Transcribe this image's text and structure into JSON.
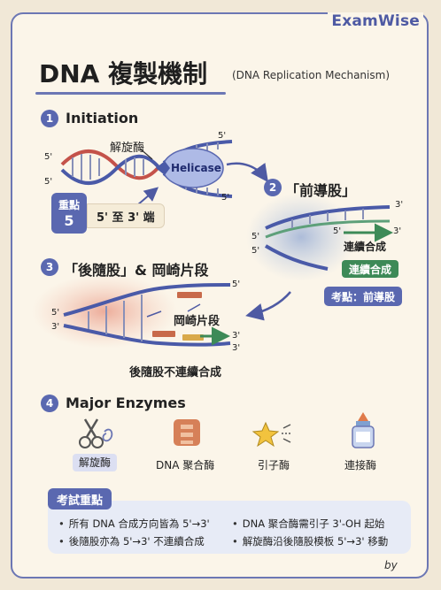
{
  "brand": "ExamWise",
  "title": "DNA 複製機制",
  "subtitle": "(DNA Replication Mechanism)",
  "steps": [
    {
      "num": "1",
      "title": "Initiation"
    },
    {
      "num": "2",
      "title": "「前導股」"
    },
    {
      "num": "3",
      "title": "「後隨股」& 岡崎片段"
    },
    {
      "num": "4",
      "title": "Major Enzymes"
    }
  ],
  "initiation": {
    "helicase_label": "解旋酶",
    "helicase_enzyme": "Helicase",
    "end_labels": [
      "5'",
      "5'",
      "5'",
      "5'"
    ],
    "badge_top": "重點",
    "badge_num": "5",
    "badge_text": "5' 至 3' 端"
  },
  "leading": {
    "end_top": "3'",
    "end_left_top": "5'",
    "end_left_bottom": "5'",
    "arrow_start": "5'",
    "arrow_end": "3'",
    "arrow_label": "連續合成",
    "pill": "連續合成",
    "key_point": "考點：前導股"
  },
  "lagging": {
    "end_right_top": "5'",
    "end_left_top": "5'",
    "end_left_bottom": "3'",
    "end_right_mid": "3'",
    "end_right_bottom": "3'",
    "okazaki_label": "岡崎片段",
    "caption": "後隨股不連續合成"
  },
  "enzymes": [
    {
      "label": "解旋酶",
      "icon": "scissors-icon",
      "highlight": true
    },
    {
      "label": "DNA 聚合酶",
      "icon": "polymerase-icon",
      "highlight": false
    },
    {
      "label": "引子酶",
      "icon": "star-icon",
      "highlight": false
    },
    {
      "label": "連接酶",
      "icon": "glue-icon",
      "highlight": false
    }
  ],
  "exam": {
    "tag": "考試重點",
    "points": [
      "所有 DNA 合成方向皆為 5'→3'",
      "DNA 聚合酶需引子 3'-OH 起始",
      "後隨股亦為 5'→3' 不連續合成",
      "解旋酶沿後隨股模板 5'→3' 移動"
    ]
  },
  "byline": "by",
  "colors": {
    "accent": "#5a68b0",
    "green": "#3d8a57",
    "background": "#f1e8d7",
    "helix_red": "#c4524a",
    "helix_blue": "#4a5aa8"
  }
}
